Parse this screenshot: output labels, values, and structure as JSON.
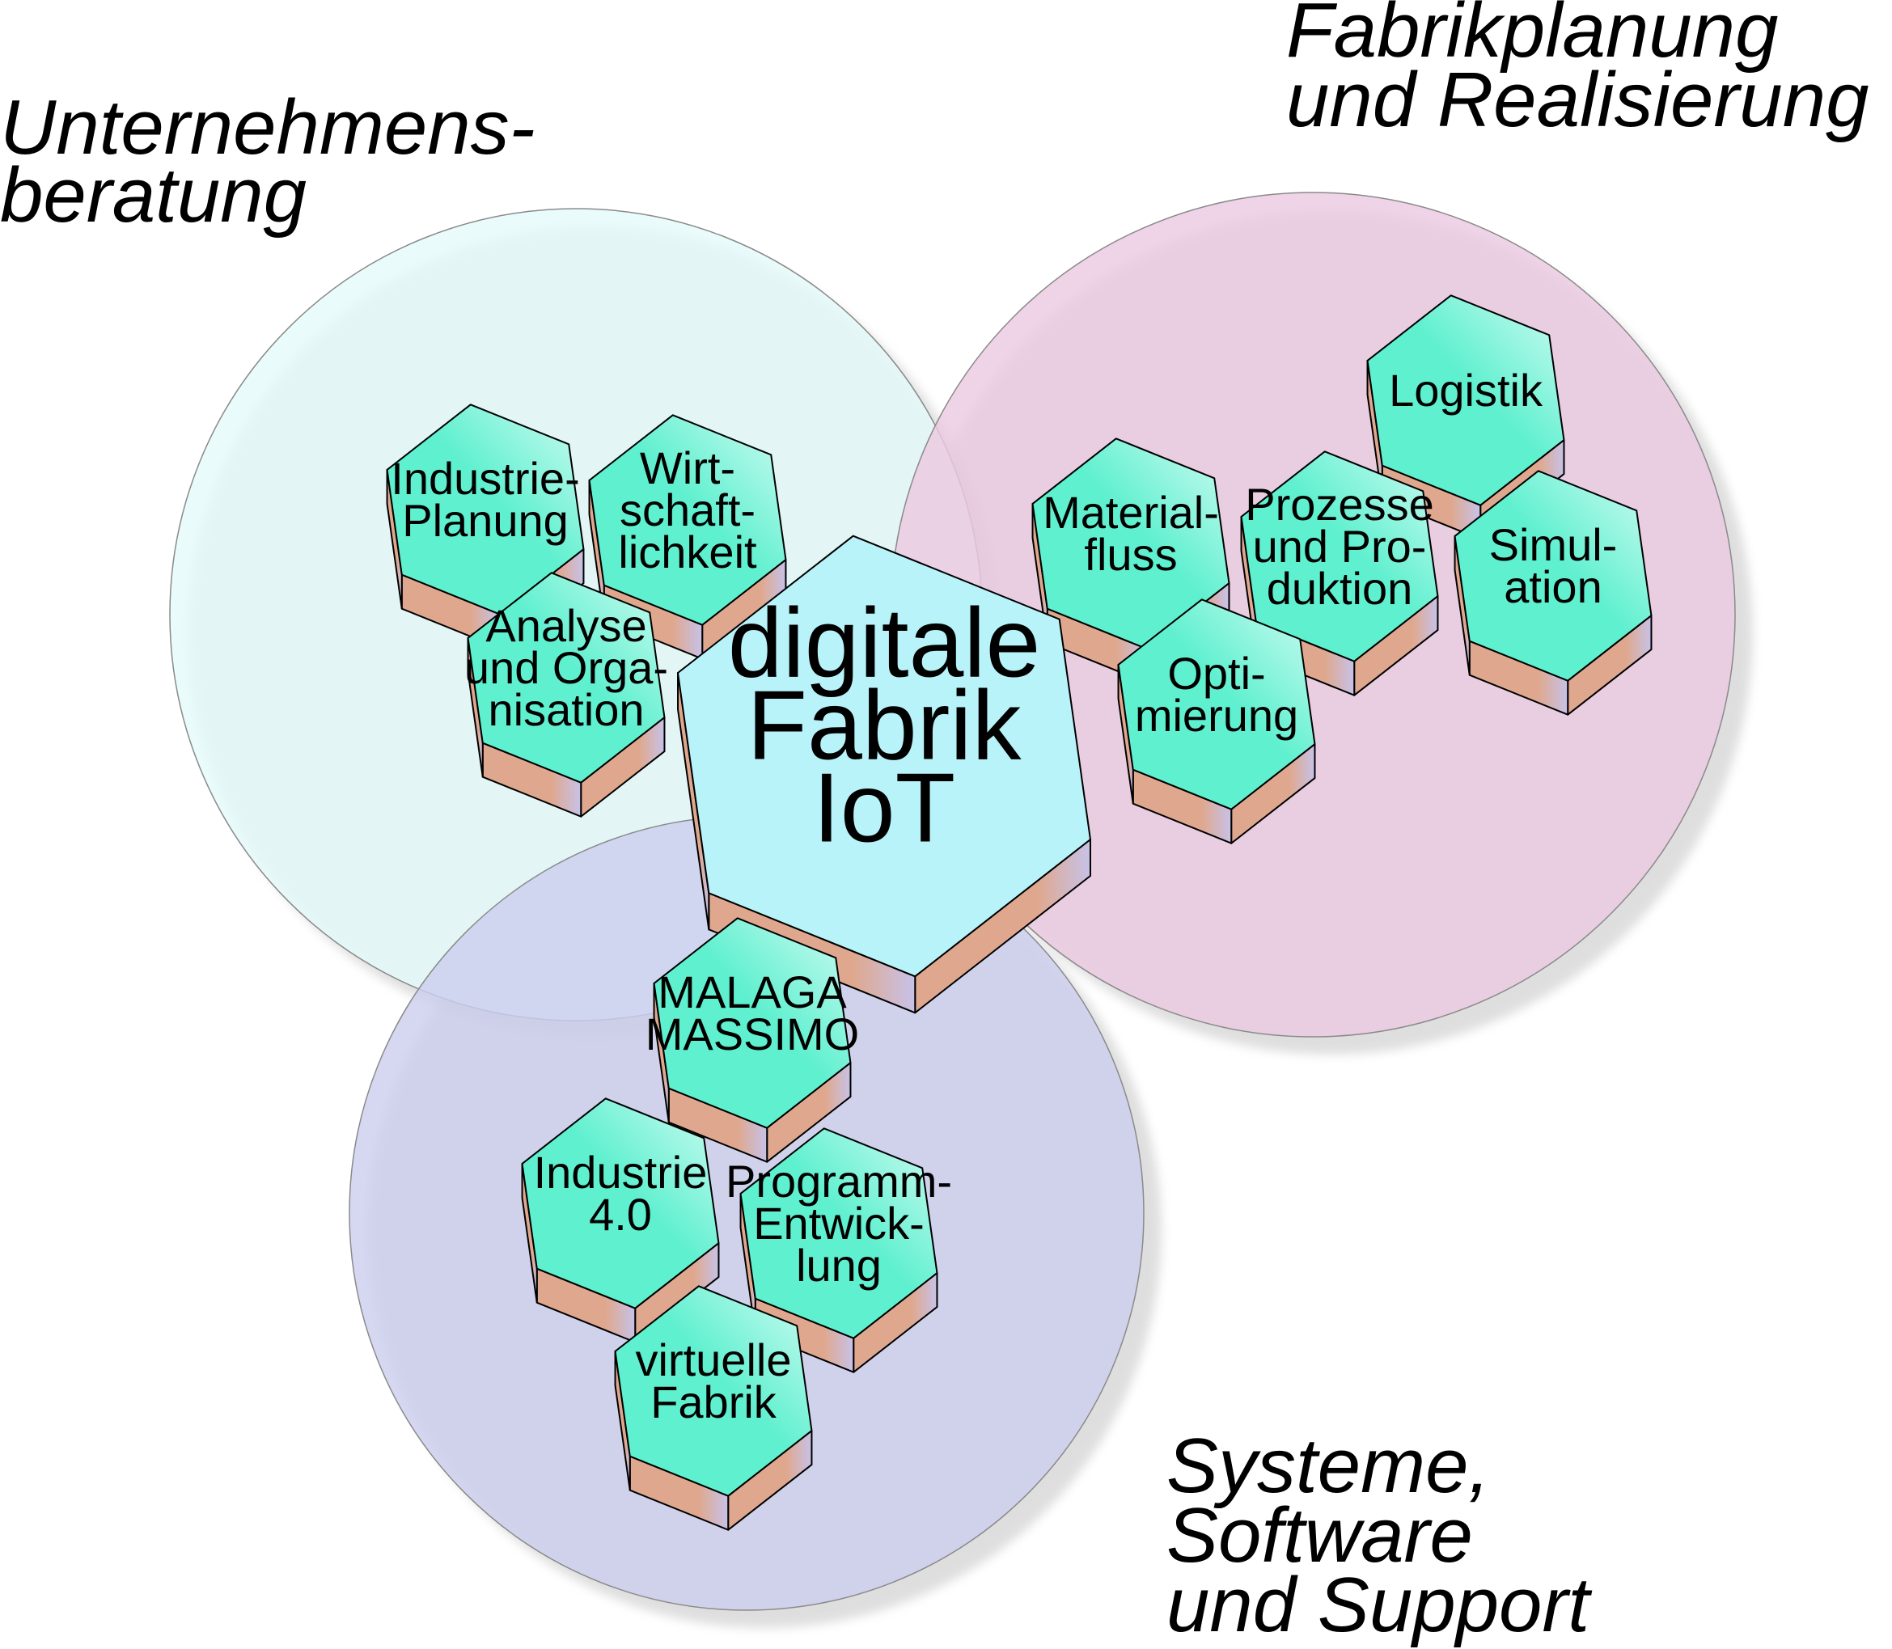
{
  "areas": [
    {
      "id": "beratung",
      "title_lines": [
        "Unternehmens-",
        "beratung"
      ],
      "color": "#e4fafa"
    },
    {
      "id": "fabrikplanung",
      "title_lines": [
        "Fabrikplanung",
        "und Realisierung"
      ],
      "color": "#ebc9e1"
    },
    {
      "id": "systeme",
      "title_lines": [
        "Systeme,",
        "Software",
        "und Support"
      ],
      "color": "#cdd0ef"
    }
  ],
  "hub": {
    "label_lines": [
      "digitale",
      "Fabrik",
      "IoT"
    ],
    "color": "#b9f3fa"
  },
  "cells": [
    {
      "id": "industrie-planung",
      "area": "beratung",
      "label_lines": [
        "Industrie-",
        "Planung"
      ]
    },
    {
      "id": "wirtschaftlichkeit",
      "area": "beratung",
      "label_lines": [
        "Wirt-",
        "schaft-",
        "lichkeit"
      ]
    },
    {
      "id": "analyse-organisation",
      "area": "beratung",
      "label_lines": [
        "Analyse",
        "und Orga-",
        "nisation"
      ]
    },
    {
      "id": "logistik",
      "area": "fabrikplanung",
      "label_lines": [
        "Logistik"
      ]
    },
    {
      "id": "materialfluss",
      "area": "fabrikplanung",
      "label_lines": [
        "Material-",
        "fluss"
      ]
    },
    {
      "id": "prozesse-produktion",
      "area": "fabrikplanung",
      "label_lines": [
        "Prozesse",
        "und Pro-",
        "duktion"
      ]
    },
    {
      "id": "simulation",
      "area": "fabrikplanung",
      "label_lines": [
        "Simul-",
        "ation"
      ]
    },
    {
      "id": "optimierung",
      "area": "fabrikplanung",
      "label_lines": [
        "Opti-",
        "mierung"
      ]
    },
    {
      "id": "malaga-massimo",
      "area": "systeme",
      "label_lines": [
        "MALAGA",
        "MASSIMO"
      ]
    },
    {
      "id": "industrie-40",
      "area": "systeme",
      "label_lines": [
        "Industrie",
        "4.0"
      ]
    },
    {
      "id": "programm-entwicklung",
      "area": "systeme",
      "label_lines": [
        "Programm-",
        "Entwick-",
        "lung"
      ]
    },
    {
      "id": "virtuelle-fabrik",
      "area": "systeme",
      "label_lines": [
        "virtuelle",
        "Fabrik"
      ]
    }
  ],
  "colors": {
    "cell_face": "#5ff0cf",
    "cell_face_light": "#d2fbf3",
    "cell_side": "#dfa88e",
    "cell_side_light": "#c7c2e9",
    "outline": "#000000"
  }
}
